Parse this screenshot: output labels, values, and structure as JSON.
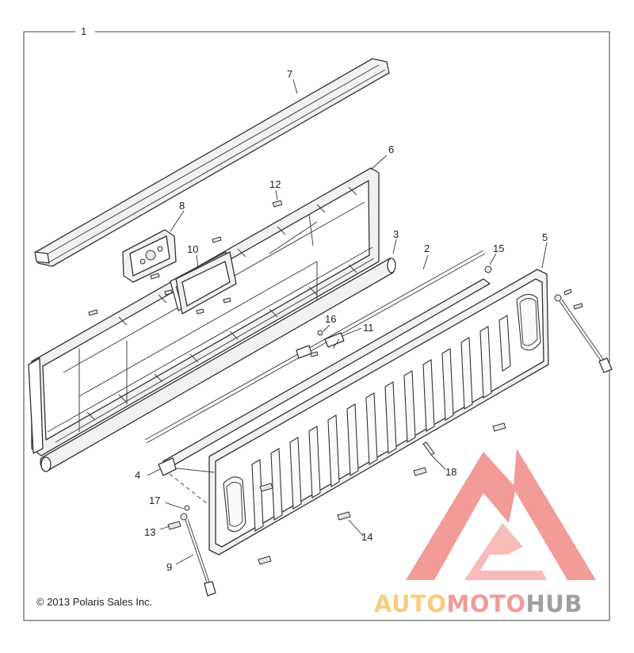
{
  "callouts": {
    "c1": "1",
    "c2": "2",
    "c3": "3",
    "c4": "4",
    "c5": "5",
    "c6": "6",
    "c7": "7",
    "c8": "8",
    "c9": "9",
    "c10": "10",
    "c11": "11",
    "c12": "12",
    "c13": "13",
    "c14": "14",
    "c15": "15",
    "c16": "16",
    "c17": "17",
    "c18": "18"
  },
  "copyright": "© 2013 Polaris Sales Inc.",
  "watermark": {
    "part_auto": "AUTO",
    "part_moto": "MOTO",
    "part_hub": "HUB",
    "colors": {
      "auto": "#f6c56b",
      "moto": "#f08a86",
      "hub": "#8f8f8f",
      "triangle": "#f08a86",
      "triangle_inner": "#f5b1ae"
    }
  }
}
